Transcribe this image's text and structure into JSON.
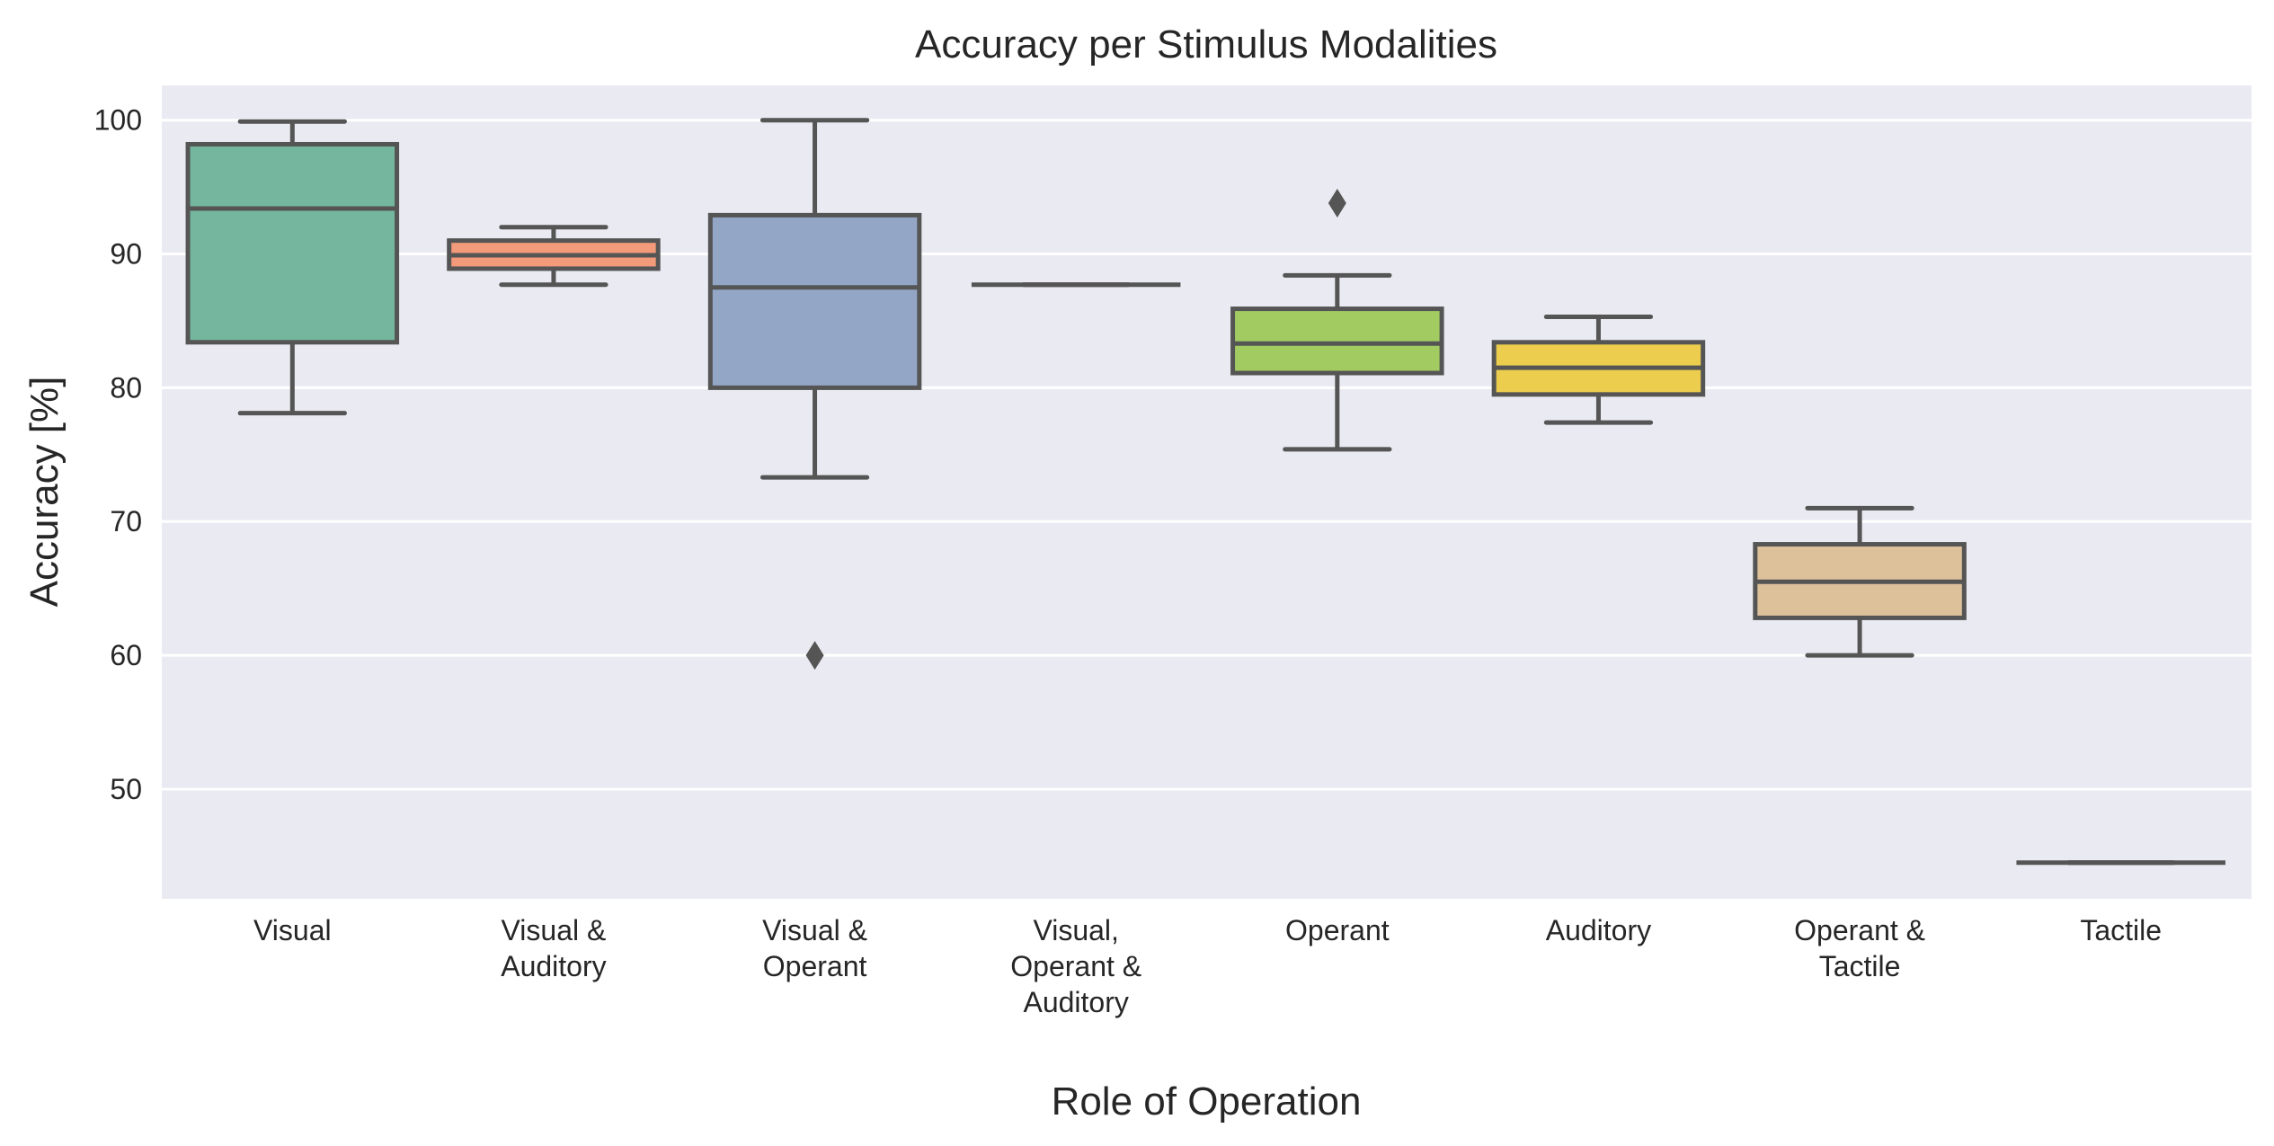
{
  "chart_data": {
    "type": "box",
    "title": "Accuracy per Stimulus Modalities",
    "xlabel": "Role of Operation",
    "ylabel": "Accuracy [%]",
    "ylim": [
      41.8,
      102.6
    ],
    "yticks": [
      50,
      60,
      70,
      80,
      90,
      100
    ],
    "grid": true,
    "background": "#eaeaf2",
    "grid_color": "#ffffff",
    "line_color": "#555555",
    "categories": [
      {
        "label": "Visual",
        "lines": [
          "Visual"
        ],
        "color": "#74b69e",
        "whisker_low": 78.1,
        "q1": 83.4,
        "median": 93.4,
        "q3": 98.2,
        "whisker_high": 99.9,
        "outliers": []
      },
      {
        "label": "Visual & Auditory",
        "lines": [
          "Visual &",
          "Auditory"
        ],
        "color": "#f29a7a",
        "whisker_low": 87.7,
        "q1": 88.9,
        "median": 89.9,
        "q3": 91.0,
        "whisker_high": 92.0,
        "outliers": []
      },
      {
        "label": "Visual & Operant",
        "lines": [
          "Visual &",
          "Operant"
        ],
        "color": "#93a6c6",
        "whisker_low": 73.3,
        "q1": 80.0,
        "median": 87.5,
        "q3": 92.9,
        "whisker_high": 100.0,
        "outliers": [
          60.0
        ]
      },
      {
        "label": "Visual, Operant & Auditory",
        "lines": [
          "Visual,",
          "Operant &",
          "Auditory"
        ],
        "color": "#d6a2c8",
        "whisker_low": 87.7,
        "q1": 87.7,
        "median": 87.7,
        "q3": 87.7,
        "whisker_high": 87.7,
        "outliers": []
      },
      {
        "label": "Operant",
        "lines": [
          "Operant"
        ],
        "color": "#a2cb62",
        "whisker_low": 75.4,
        "q1": 81.1,
        "median": 83.3,
        "q3": 85.9,
        "whisker_high": 88.4,
        "outliers": [
          93.8
        ]
      },
      {
        "label": "Auditory",
        "lines": [
          "Auditory"
        ],
        "color": "#eccd4e",
        "whisker_low": 77.4,
        "q1": 79.5,
        "median": 81.5,
        "q3": 83.4,
        "whisker_high": 85.3,
        "outliers": []
      },
      {
        "label": "Operant & Tactile",
        "lines": [
          "Operant &",
          "Tactile"
        ],
        "color": "#ddc19b",
        "whisker_low": 60.0,
        "q1": 62.8,
        "median": 65.5,
        "q3": 68.3,
        "whisker_high": 71.0,
        "outliers": []
      },
      {
        "label": "Tactile",
        "lines": [
          "Tactile"
        ],
        "color": "#b3b3b3",
        "whisker_low": 44.5,
        "q1": 44.5,
        "median": 44.5,
        "q3": 44.5,
        "whisker_high": 44.5,
        "outliers": []
      }
    ]
  }
}
